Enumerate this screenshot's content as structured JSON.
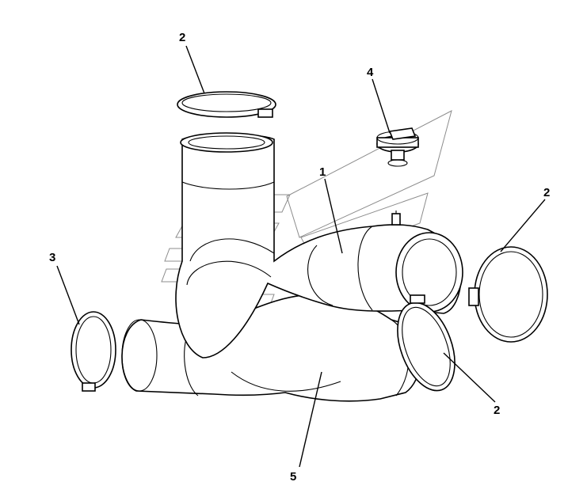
{
  "diagram": {
    "callouts": [
      {
        "id": "c1",
        "label": "1",
        "part": "hose-elbow"
      },
      {
        "id": "c2a",
        "label": "2",
        "part": "hose-clamp-top"
      },
      {
        "id": "c2b",
        "label": "2",
        "part": "hose-clamp-right"
      },
      {
        "id": "c2c",
        "label": "2",
        "part": "hose-clamp-lower-right"
      },
      {
        "id": "c3",
        "label": "3",
        "part": "hose-clamp-left"
      },
      {
        "id": "c4",
        "label": "4",
        "part": "fitting-valve"
      },
      {
        "id": "c5",
        "label": "5",
        "part": "hose-bend-lower"
      }
    ],
    "colors": {
      "line": "#000000",
      "watermark": "#8c8c8c",
      "background": "#ffffff"
    }
  }
}
